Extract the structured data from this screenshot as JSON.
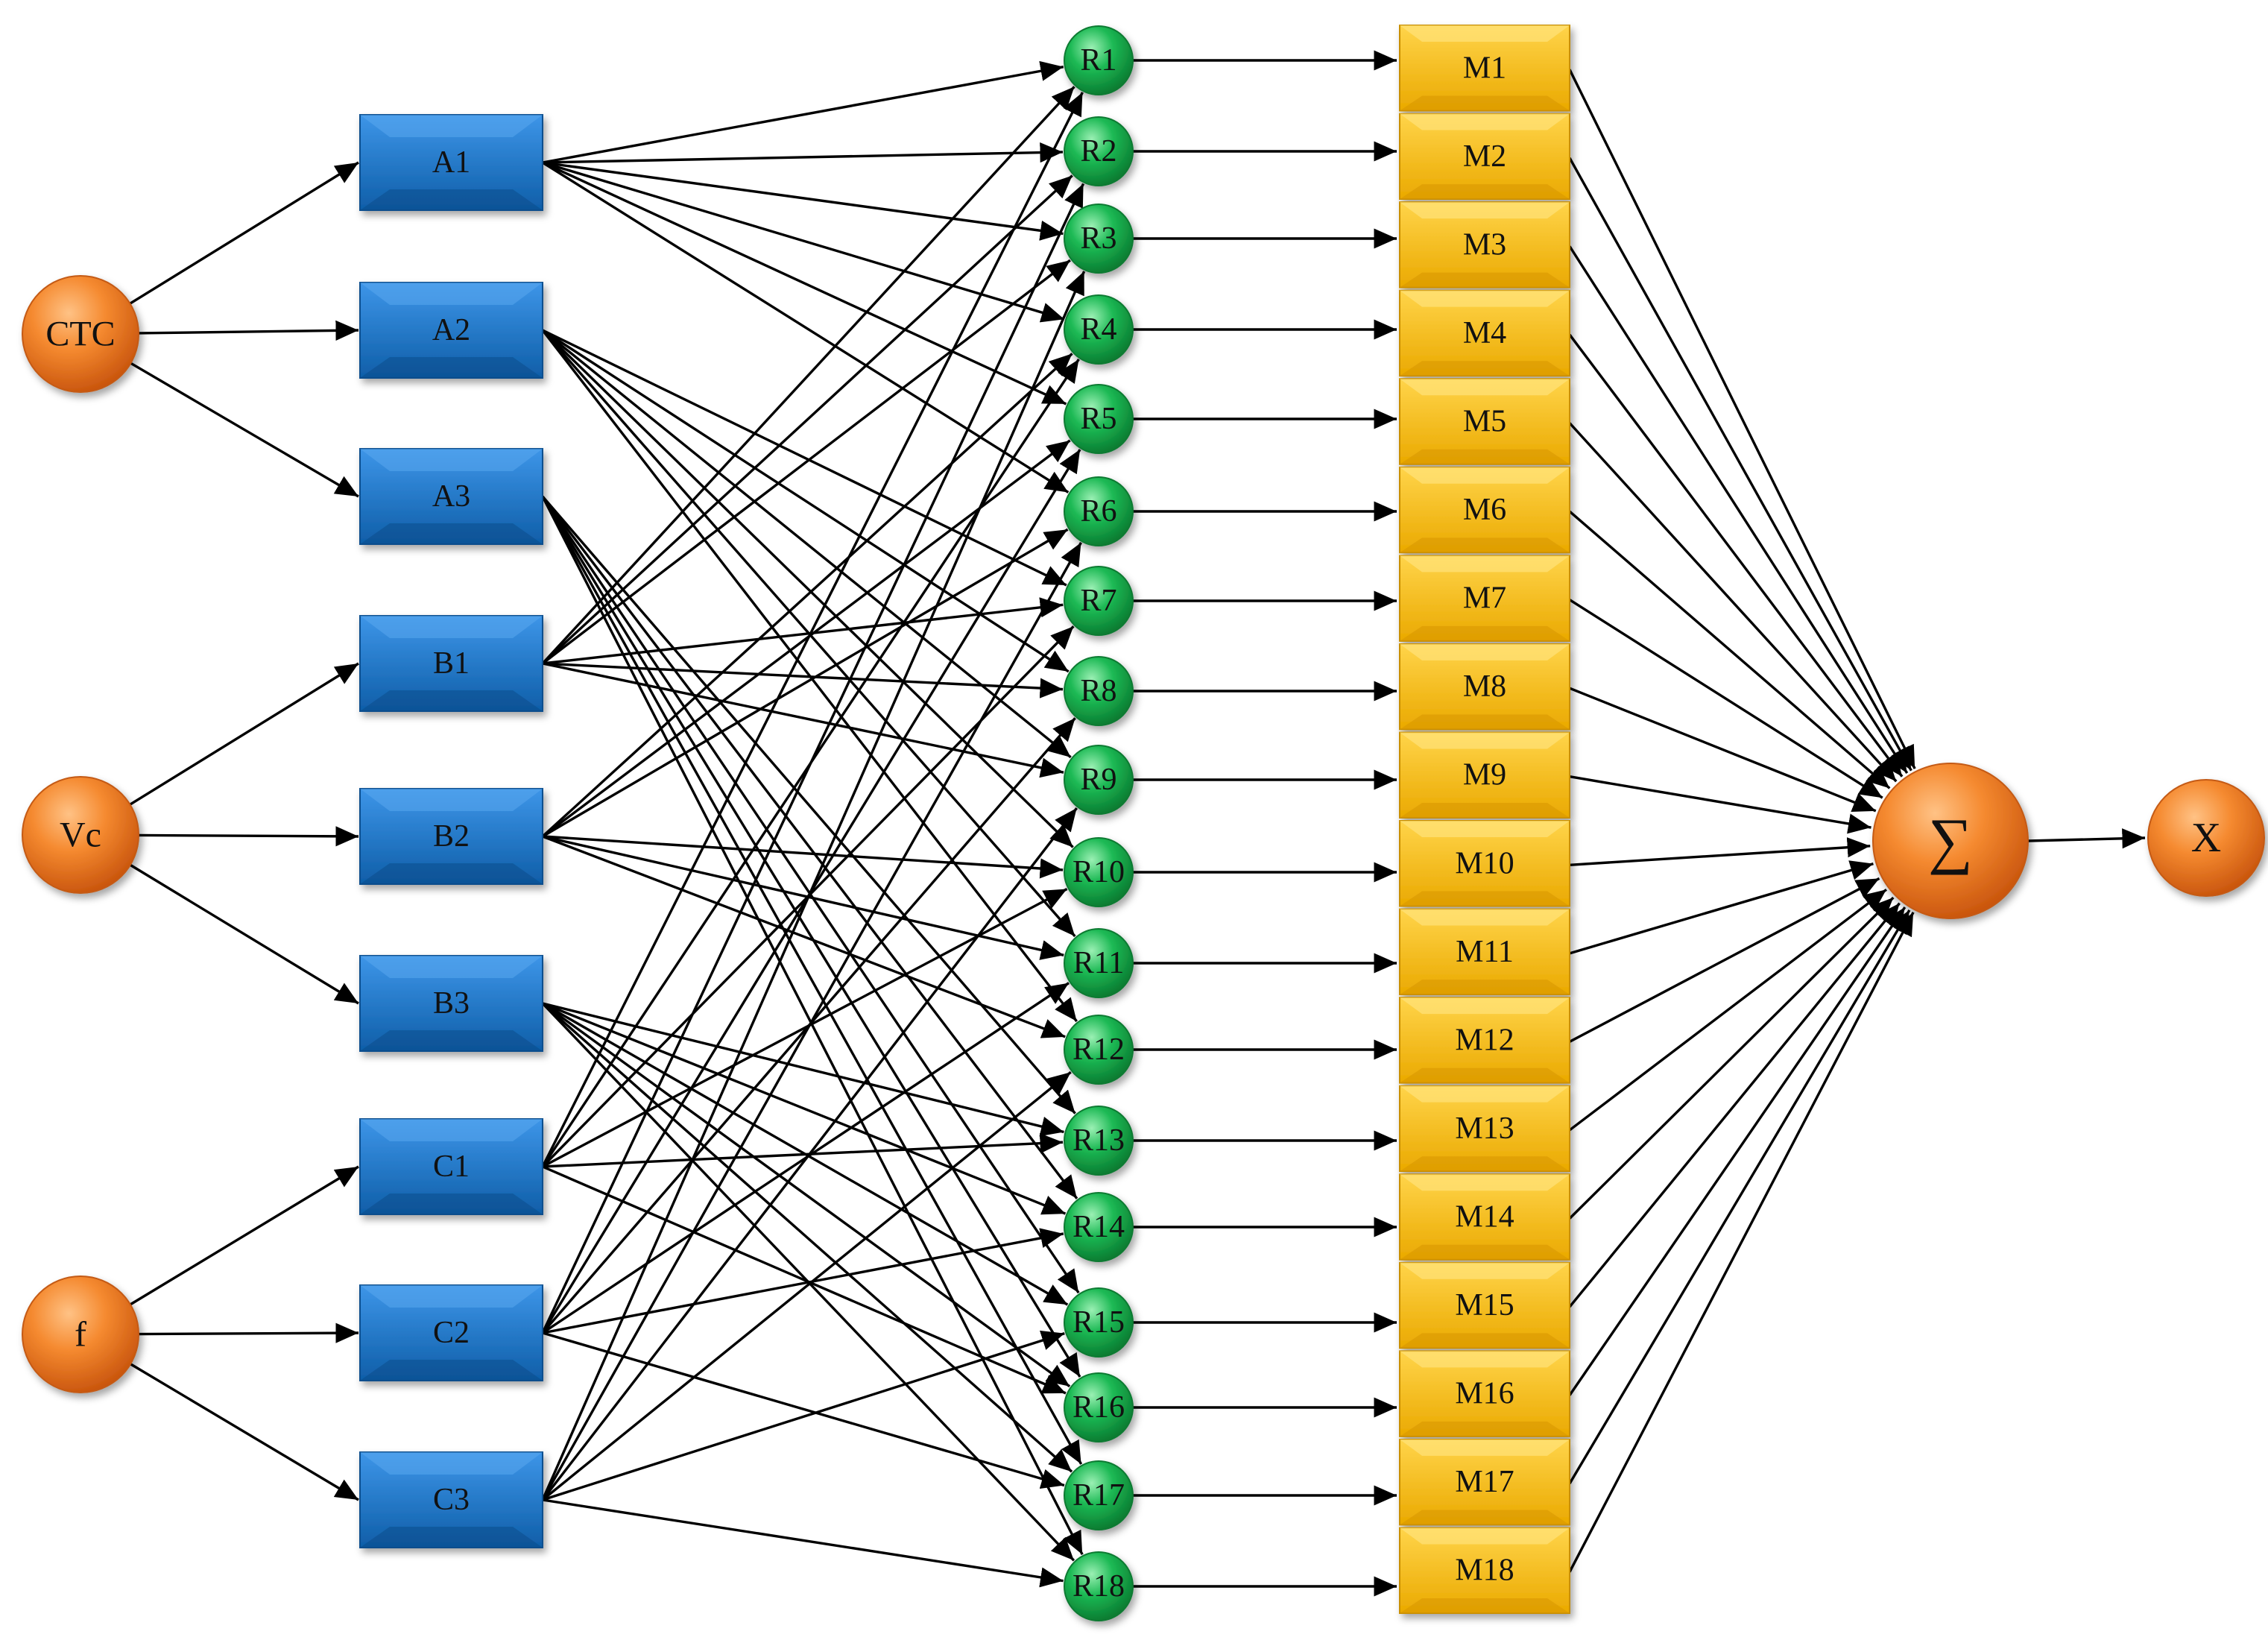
{
  "inputs": [
    {
      "id": "CTC",
      "label": "CTC"
    },
    {
      "id": "Vc",
      "label": "Vc"
    },
    {
      "id": "f",
      "label": "f"
    }
  ],
  "memberships": [
    {
      "id": "A1",
      "label": "A1",
      "input": "CTC"
    },
    {
      "id": "A2",
      "label": "A2",
      "input": "CTC"
    },
    {
      "id": "A3",
      "label": "A3",
      "input": "CTC"
    },
    {
      "id": "B1",
      "label": "B1",
      "input": "Vc"
    },
    {
      "id": "B2",
      "label": "B2",
      "input": "Vc"
    },
    {
      "id": "B3",
      "label": "B3",
      "input": "Vc"
    },
    {
      "id": "C1",
      "label": "C1",
      "input": "f"
    },
    {
      "id": "C2",
      "label": "C2",
      "input": "f"
    },
    {
      "id": "C3",
      "label": "C3",
      "input": "f"
    }
  ],
  "rules": [
    {
      "id": "R1",
      "label": "R1",
      "antecedents": [
        "A1",
        "B1",
        "C1"
      ]
    },
    {
      "id": "R2",
      "label": "R2",
      "antecedents": [
        "A1",
        "B1",
        "C2"
      ]
    },
    {
      "id": "R3",
      "label": "R3",
      "antecedents": [
        "A1",
        "B1",
        "C3"
      ]
    },
    {
      "id": "R4",
      "label": "R4",
      "antecedents": [
        "A1",
        "B2",
        "C1"
      ]
    },
    {
      "id": "R5",
      "label": "R5",
      "antecedents": [
        "A1",
        "B2",
        "C2"
      ]
    },
    {
      "id": "R6",
      "label": "R6",
      "antecedents": [
        "A1",
        "B2",
        "C3"
      ]
    },
    {
      "id": "R7",
      "label": "R7",
      "antecedents": [
        "A2",
        "B1",
        "C1"
      ]
    },
    {
      "id": "R8",
      "label": "R8",
      "antecedents": [
        "A2",
        "B1",
        "C2"
      ]
    },
    {
      "id": "R9",
      "label": "R9",
      "antecedents": [
        "A2",
        "B1",
        "C3"
      ]
    },
    {
      "id": "R10",
      "label": "R10",
      "antecedents": [
        "A2",
        "B2",
        "C1"
      ]
    },
    {
      "id": "R11",
      "label": "R11",
      "antecedents": [
        "A2",
        "B2",
        "C2"
      ]
    },
    {
      "id": "R12",
      "label": "R12",
      "antecedents": [
        "A2",
        "B2",
        "C3"
      ]
    },
    {
      "id": "R13",
      "label": "R13",
      "antecedents": [
        "A3",
        "B3",
        "C1"
      ]
    },
    {
      "id": "R14",
      "label": "R14",
      "antecedents": [
        "A3",
        "B3",
        "C2"
      ]
    },
    {
      "id": "R15",
      "label": "R15",
      "antecedents": [
        "A3",
        "B3",
        "C3"
      ]
    },
    {
      "id": "R16",
      "label": "R16",
      "antecedents": [
        "A3",
        "B3",
        "C1"
      ]
    },
    {
      "id": "R17",
      "label": "R17",
      "antecedents": [
        "A3",
        "B3",
        "C2"
      ]
    },
    {
      "id": "R18",
      "label": "R18",
      "antecedents": [
        "A3",
        "B3",
        "C3"
      ]
    }
  ],
  "consequents": [
    {
      "id": "M1",
      "label": "M1"
    },
    {
      "id": "M2",
      "label": "M2"
    },
    {
      "id": "M3",
      "label": "M3"
    },
    {
      "id": "M4",
      "label": "M4"
    },
    {
      "id": "M5",
      "label": "M5"
    },
    {
      "id": "M6",
      "label": "M6"
    },
    {
      "id": "M7",
      "label": "M7"
    },
    {
      "id": "M8",
      "label": "M8"
    },
    {
      "id": "M9",
      "label": "M9"
    },
    {
      "id": "M10",
      "label": "M10"
    },
    {
      "id": "M11",
      "label": "M11"
    },
    {
      "id": "M12",
      "label": "M12"
    },
    {
      "id": "M13",
      "label": "M13"
    },
    {
      "id": "M14",
      "label": "M14"
    },
    {
      "id": "M15",
      "label": "M15"
    },
    {
      "id": "M16",
      "label": "M16"
    },
    {
      "id": "M17",
      "label": "M17"
    },
    {
      "id": "M18",
      "label": "M18"
    }
  ],
  "summation": {
    "label": "∑"
  },
  "output": {
    "label": "X"
  },
  "colors": {
    "input_node": "#f07a21",
    "membership_box": "#1a73c8",
    "rule_node": "#13a94a",
    "consequent_box": "#f9c10f",
    "edge": "#000000"
  }
}
